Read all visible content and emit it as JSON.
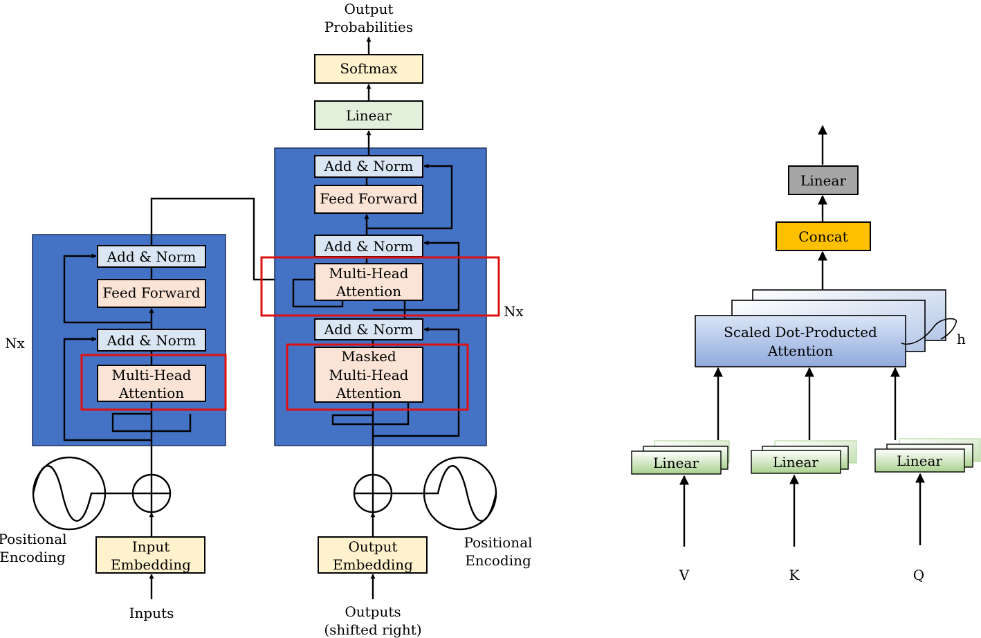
{
  "encoder": {
    "repeat_label": "Nx",
    "add_norm_top": "Add & Norm",
    "feed_forward": "Feed Forward",
    "add_norm_bottom": "Add & Norm",
    "attention": [
      "Multi-Head",
      "Attention"
    ],
    "embedding": [
      "Input",
      "Embedding"
    ],
    "positional_encoding": [
      "Positional",
      "Encoding"
    ],
    "input_label": "Inputs"
  },
  "decoder": {
    "repeat_label": "Nx",
    "add_norm_top": "Add & Norm",
    "feed_forward": "Feed Forward",
    "add_norm_middle": "Add & Norm",
    "attention": [
      "Multi-Head",
      "Attention"
    ],
    "add_norm_bottom": "Add & Norm",
    "masked_attention": [
      "Masked",
      "Multi-Head",
      "Attention"
    ],
    "embedding": [
      "Output",
      "Embedding"
    ],
    "positional_encoding": [
      "Positional",
      "Encoding"
    ],
    "input_label": [
      "Outputs",
      "(shifted right)"
    ]
  },
  "head": {
    "linear": "Linear",
    "softmax": "Softmax",
    "output_label": [
      "Output",
      "Probabilities"
    ]
  },
  "multi_head": {
    "linear_out": "Linear",
    "concat": "Concat",
    "sdpa": [
      "Scaled Dot-Producted",
      "Attention"
    ],
    "heads_label": "h",
    "projections": [
      {
        "label": "Linear",
        "input": "V"
      },
      {
        "label": "Linear",
        "input": "K"
      },
      {
        "label": "Linear",
        "input": "Q"
      }
    ]
  },
  "colors": {
    "stack_blue": "#4472c4",
    "add_norm": "#dae6f3",
    "feed_forward": "#fbe4d5",
    "attention": "#fbe4d5",
    "embedding": "#fff2cc",
    "linear_green": "#e2efda",
    "softmax": "#fff2cc",
    "concat": "#ffc000",
    "linear_gray": "#a6a6a6",
    "highlight_red": "#e01010"
  }
}
